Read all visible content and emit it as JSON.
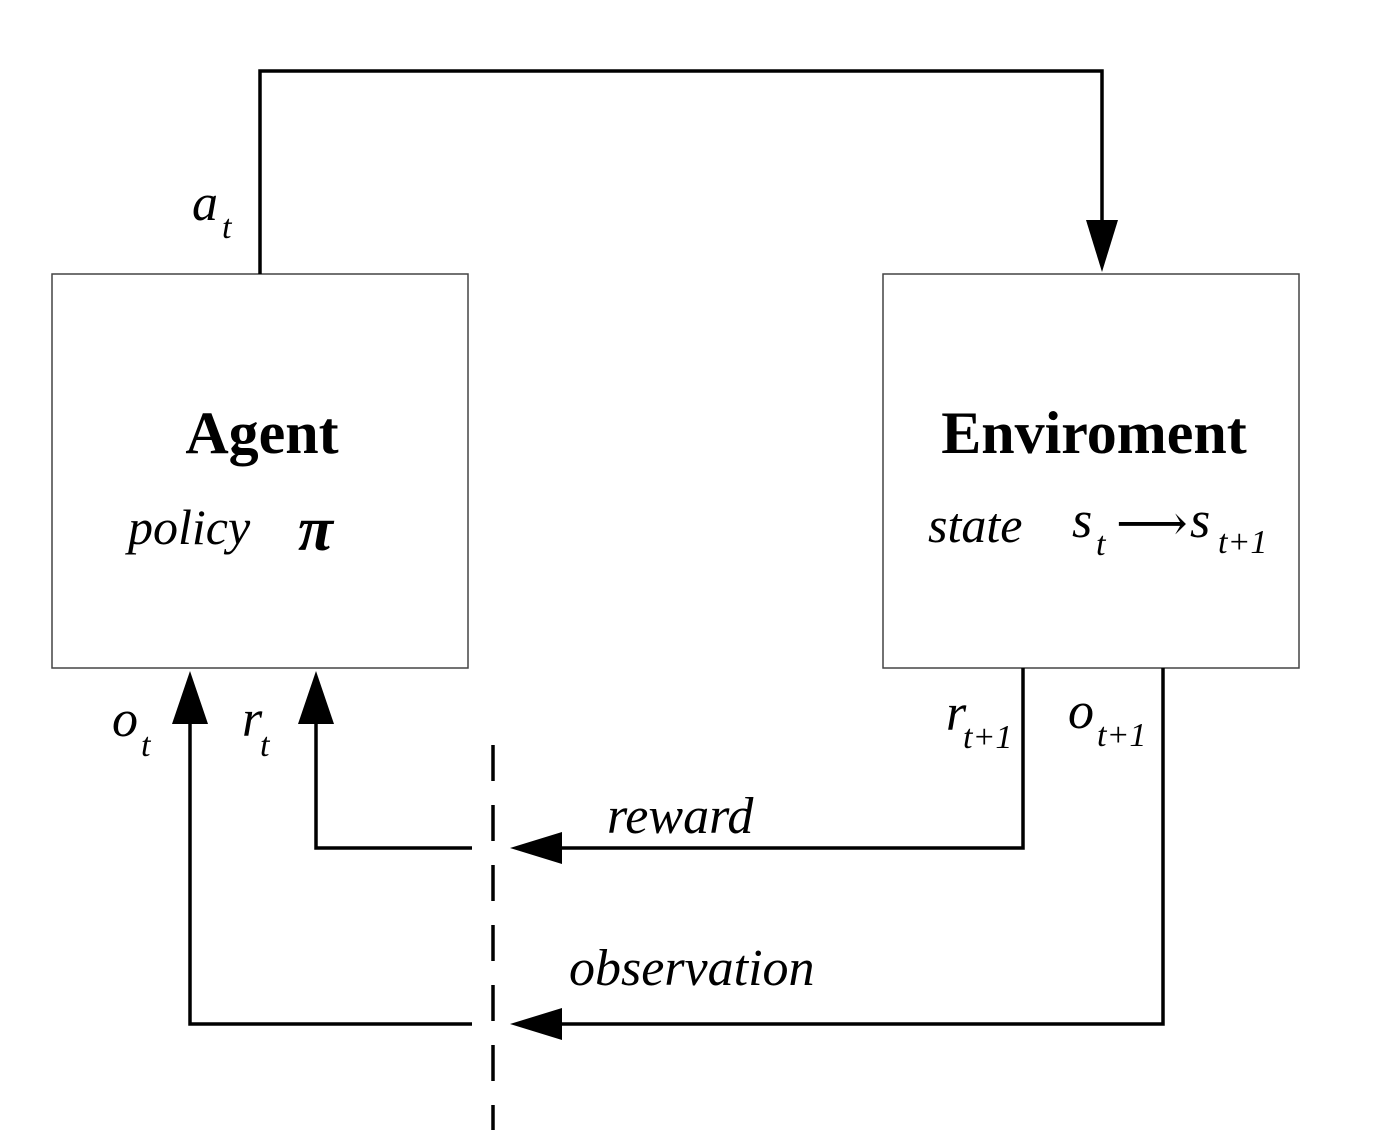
{
  "agent": {
    "title": "Agent",
    "policy_label": "policy",
    "policy_symbol": "π"
  },
  "environment": {
    "title": "Enviroment",
    "state_label": "state",
    "state_from_base": "s",
    "state_from_sub": "t",
    "arrow": "⟶",
    "state_to_base": "s",
    "state_to_sub": "t+1"
  },
  "labels": {
    "action_base": "a",
    "action_sub": "t",
    "obs_base": "o",
    "obs_sub": "t",
    "reward_base": "r",
    "reward_sub": "t",
    "env_reward_base": "r",
    "env_reward_sub": "t+1",
    "env_obs_base": "o",
    "env_obs_sub": "t+1"
  },
  "signals": {
    "reward": "reward",
    "observation": "observation"
  }
}
